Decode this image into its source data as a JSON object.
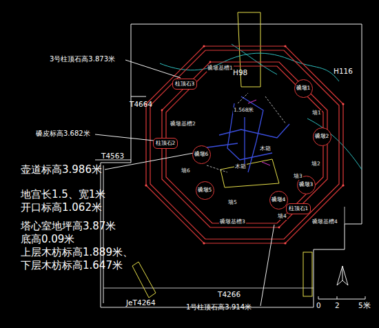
{
  "diagram": {
    "nodes": [
      {
        "text": [
          "柱顶石3"
        ]
      },
      {
        "text": [
          "磉墩1"
        ]
      },
      {
        "text": [
          "磉墩2"
        ]
      },
      {
        "text": [
          "柱顶石2"
        ]
      },
      {
        "text": [
          "磉墩6"
        ]
      },
      {
        "text": [
          "磉墩3"
        ]
      },
      {
        "text": [
          "磉墩5"
        ]
      },
      {
        "text": [
          "磉墩4"
        ]
      },
      {
        "text": [
          "柱顶石1"
        ]
      }
    ],
    "labels": [
      "3号柱顶石高3.873米",
      "磉皮标高3.682米",
      "壶道标高3.986米",
      "地宫长1.5、宽1米",
      "开口标高1.062米",
      "塔心室地坪高3.87米",
      "底高0.09米",
      "上层木枋标高1.889米、",
      "下层木枋标高1.647米",
      "1号柱顶石高3.914米",
      "H98",
      "H116",
      "T4664",
      "T4563",
      "T4266",
      "JeT4264",
      "0",
      "2",
      "5米",
      "磉墩基槽1",
      "磉墩基槽2",
      "磉墩基槽3",
      "磉墩基槽4",
      "墙1",
      "墙2",
      "墙3",
      "墙4",
      "墙5",
      "墙6",
      "木箱",
      "木箱",
      "1.568米"
    ]
  }
}
